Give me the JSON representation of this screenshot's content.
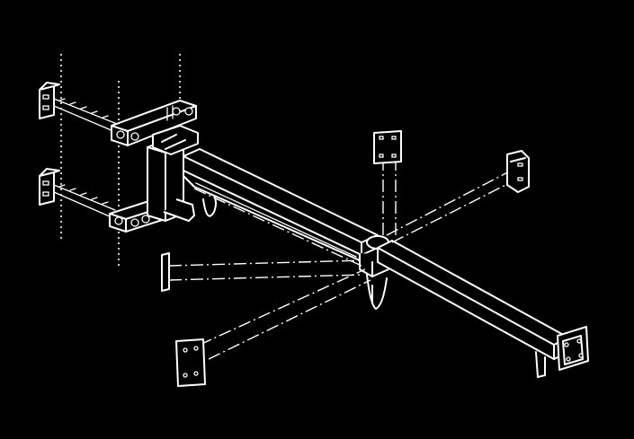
{
  "figure": {
    "description_free": true,
    "colors": {
      "background": "#000000",
      "line": "#ffffff"
    },
    "parts": [
      "wall-post",
      "clamp-bracket-upper",
      "clamp-bracket-lower",
      "swing-arm",
      "pivot-hub",
      "crossbar",
      "end-plate",
      "ghost-arm-positions",
      "hook-pin"
    ]
  }
}
